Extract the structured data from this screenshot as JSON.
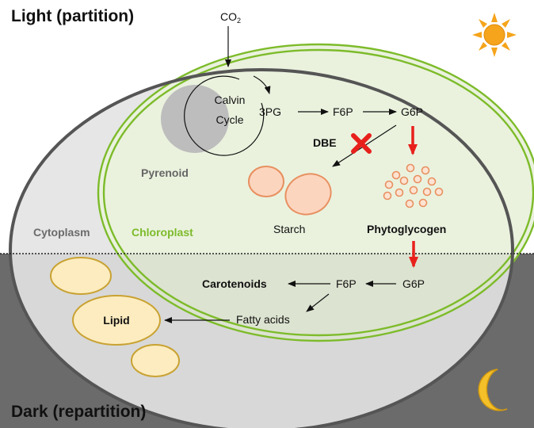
{
  "sections": {
    "light": "Light (partition)",
    "dark": "Dark (repartition)"
  },
  "compartments": {
    "cytoplasm": "Cytoplasm",
    "chloroplast": "Chloroplast",
    "pyrenoid": "Pyrenoid"
  },
  "light_pathway": {
    "co2": "CO",
    "co2_subscript": "2",
    "calvin_line1": "Calvin",
    "calvin_line2": "Cycle",
    "pg3": "3PG",
    "f6p": "F6P",
    "g6p": "G6P",
    "dbe": "DBE",
    "starch": "Starch",
    "phytoglycogen": "Phytoglycogen"
  },
  "dark_pathway": {
    "g6p": "G6P",
    "f6p": "F6P",
    "carotenoids": "Carotenoids",
    "fatty_acids": "Fatty acids",
    "lipid": "Lipid"
  },
  "colors": {
    "dark_band": "#6b6b6b",
    "cell_fill": "#e6e6e6",
    "cell_border": "#555555",
    "chloroplast_fill": "#eaf2de",
    "chloroplast_border": "#7dbb2a",
    "starch_fill": "#fcd5bf",
    "starch_border": "#e89060",
    "lipid_fill": "#fcecc0",
    "lipid_border": "#c9a232",
    "red_arrow": "#e8201c",
    "sun": "#f5a41b",
    "moon": "#f4c02a"
  },
  "icons": [
    "sun-icon",
    "moon-icon",
    "inhibition-cross-icon"
  ]
}
